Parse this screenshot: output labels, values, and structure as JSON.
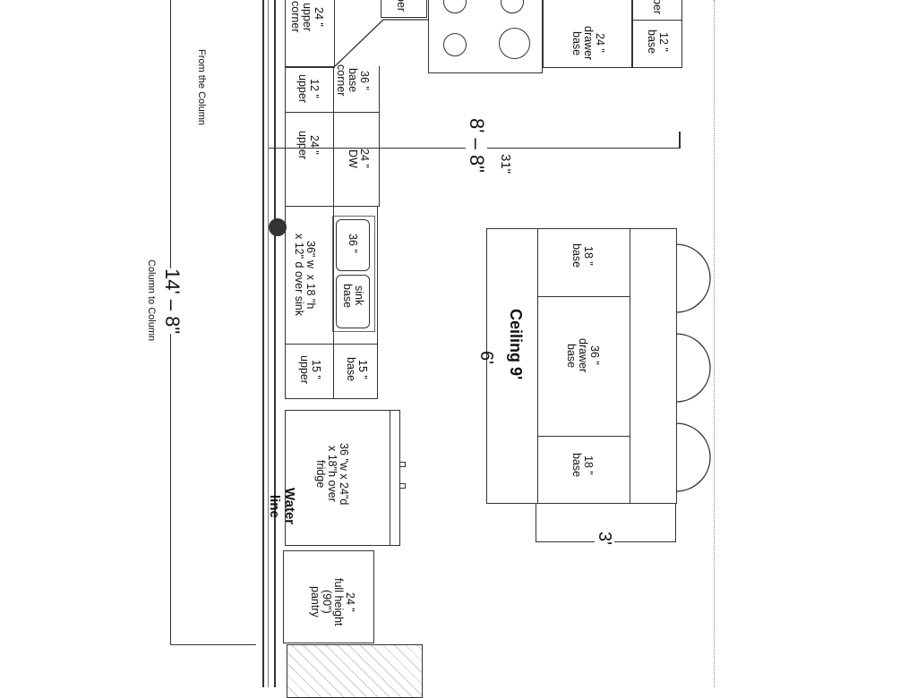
{
  "dimensions": {
    "from_column": "From the Column",
    "column_to_column": "Column to Column",
    "total_length": "14' – 8\"",
    "run_length": "8' – 8\"",
    "offset": "31\"",
    "island_length": "6'",
    "island_depth": "3'"
  },
  "cabinets": {
    "upper_corner": "24 \"\nupper\ncorner",
    "upper_top": "upper",
    "drawer_base_24": "24 \"\ndrawer\nbase",
    "base_12": "12 \"\nbase",
    "upper_12_top": "upper",
    "base_corner": "36 \"\nbase\ncorner",
    "upper_12": "12 \"\nupper",
    "upper_24": "24 \"\nupper",
    "dw_24": "24 \"\nDW",
    "over_sink": "36\" w  x 18 \"h\nx 12\" d over sink",
    "sink_size": "36 \"",
    "sink_base": "sink\nbase",
    "upper_15": "15 \"\nupper",
    "base_15": "15 \"\nbase",
    "over_fridge": "36 \"w x 24\"d\nx 18\"h over\nfridge",
    "water_line": "Water\nline",
    "pantry": "24 \"\nfull height\n(90\")\npantry"
  },
  "island": {
    "ceiling": "Ceiling 9'",
    "base_18_a": "18 \"\nbase",
    "drawer_base_36": "36 \"\ndrawer\nbase",
    "base_18_b": "18 \"\nbase"
  }
}
